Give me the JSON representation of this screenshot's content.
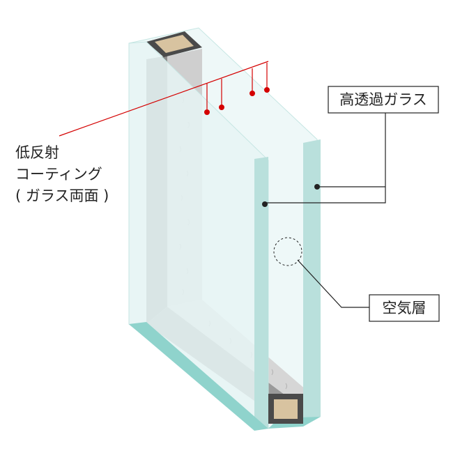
{
  "labels": {
    "high_transmission_glass": "高透過ガラス",
    "air_layer": "空気層",
    "low_e_coating_line1": "低反射",
    "low_e_coating_line2": "コーティング",
    "low_e_coating_line3": "( ガラス両面 )"
  },
  "colors": {
    "glass_face": "#e8f6f6",
    "glass_edge": "#b9e0dc",
    "glass_bottom": "#8fd3cc",
    "frame_gray": "#8a8a8a",
    "frame_light": "#d9d9d9",
    "spacer_tan": "#d8c3a0",
    "leader_red": "#d40000",
    "leader_black": "#222222"
  }
}
